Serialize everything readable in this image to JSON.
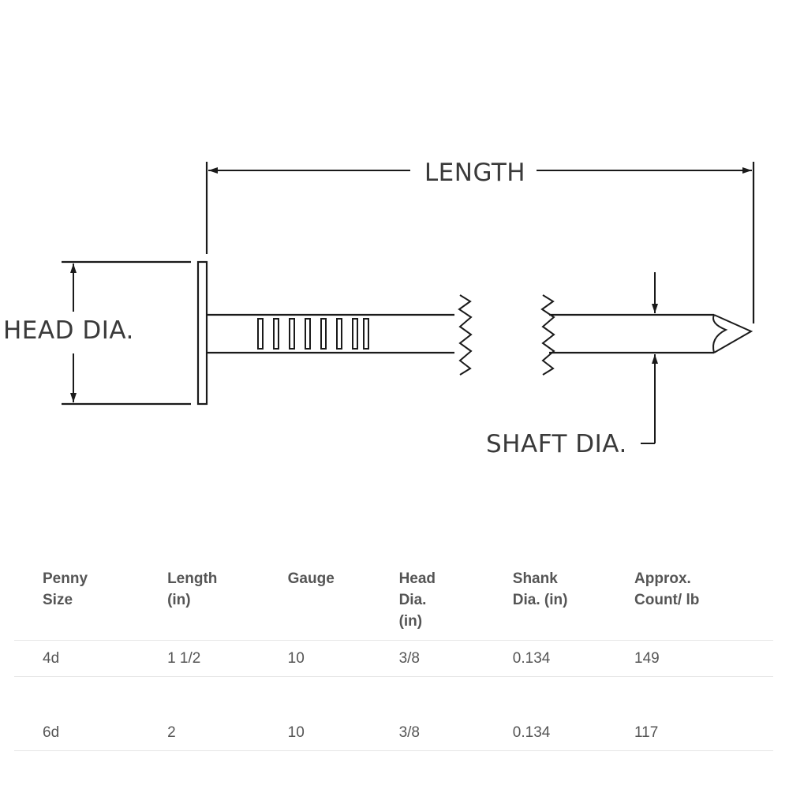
{
  "diagram": {
    "length_label": "LENGTH",
    "head_dia_label": "HEAD DIA.",
    "shaft_dia_label": "SHAFT DIA."
  },
  "table": {
    "headers": [
      [
        "Penny",
        "Size"
      ],
      [
        "Length",
        "(in)"
      ],
      [
        "Gauge"
      ],
      [
        "Head",
        "Dia.",
        "(in)"
      ],
      [
        "Shank",
        "Dia. (in)"
      ],
      [
        "Approx.",
        "Count/ lb"
      ]
    ],
    "rows": [
      [
        "4d",
        "1 1/2",
        "10",
        "3/8",
        "0.134",
        "149"
      ],
      [
        "6d",
        "2",
        "10",
        "3/8",
        "0.134",
        "117"
      ]
    ]
  }
}
